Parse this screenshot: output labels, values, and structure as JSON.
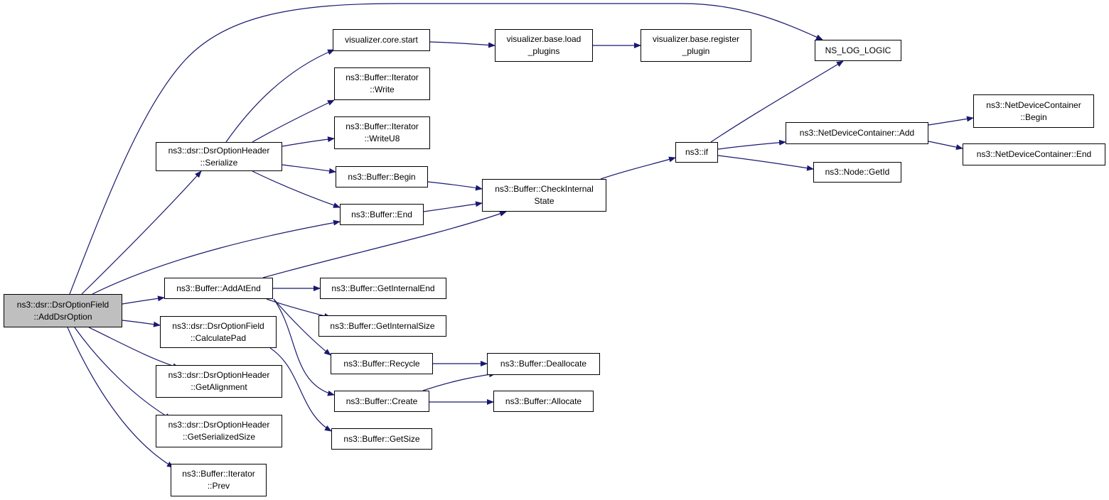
{
  "diagram": {
    "edge_color": "#191970",
    "root_fill": "#bfbfbf",
    "nodes": [
      {
        "id": "add_dsr_option",
        "line1": "ns3::dsr::DsrOptionField",
        "line2": "::AddDsrOption",
        "root": true
      },
      {
        "id": "ns_log_logic",
        "line1": "NS_LOG_LOGIC",
        "line2": ""
      },
      {
        "id": "dsr_serialize",
        "line1": "ns3::dsr::DsrOptionHeader",
        "line2": "::Serialize"
      },
      {
        "id": "buf_end",
        "line1": "ns3::Buffer::End",
        "line2": ""
      },
      {
        "id": "buf_add_at_end",
        "line1": "ns3::Buffer::AddAtEnd",
        "line2": ""
      },
      {
        "id": "calc_pad",
        "line1": "ns3::dsr::DsrOptionField",
        "line2": "::CalculatePad"
      },
      {
        "id": "get_alignment",
        "line1": "ns3::dsr::DsrOptionHeader",
        "line2": "::GetAlignment"
      },
      {
        "id": "get_serialized_size",
        "line1": "ns3::dsr::DsrOptionHeader",
        "line2": "::GetSerializedSize"
      },
      {
        "id": "iter_prev",
        "line1": "ns3::Buffer::Iterator",
        "line2": "::Prev"
      },
      {
        "id": "vis_core_start",
        "line1": "visualizer.core.start",
        "line2": ""
      },
      {
        "id": "iter_write",
        "line1": "ns3::Buffer::Iterator",
        "line2": "::Write"
      },
      {
        "id": "iter_write_u8",
        "line1": "ns3::Buffer::Iterator",
        "line2": "::WriteU8"
      },
      {
        "id": "buf_begin",
        "line1": "ns3::Buffer::Begin",
        "line2": ""
      },
      {
        "id": "vis_base_load",
        "line1": "visualizer.base.load",
        "line2": "_plugins"
      },
      {
        "id": "vis_base_register",
        "line1": "visualizer.base.register",
        "line2": "_plugin"
      },
      {
        "id": "check_internal",
        "line1": "ns3::Buffer::CheckInternal",
        "line2": "State"
      },
      {
        "id": "ns3_if",
        "line1": "ns3::if",
        "line2": ""
      },
      {
        "id": "ndc_add",
        "line1": "ns3::NetDeviceContainer::Add",
        "line2": ""
      },
      {
        "id": "node_getid",
        "line1": "ns3::Node::GetId",
        "line2": ""
      },
      {
        "id": "ndc_begin",
        "line1": "ns3::NetDeviceContainer",
        "line2": "::Begin"
      },
      {
        "id": "ndc_end",
        "line1": "ns3::NetDeviceContainer::End",
        "line2": ""
      },
      {
        "id": "get_internal_end",
        "line1": "ns3::Buffer::GetInternalEnd",
        "line2": ""
      },
      {
        "id": "get_internal_size",
        "line1": "ns3::Buffer::GetInternalSize",
        "line2": ""
      },
      {
        "id": "buf_recycle",
        "line1": "ns3::Buffer::Recycle",
        "line2": ""
      },
      {
        "id": "buf_create",
        "line1": "ns3::Buffer::Create",
        "line2": ""
      },
      {
        "id": "buf_get_size",
        "line1": "ns3::Buffer::GetSize",
        "line2": ""
      },
      {
        "id": "buf_deallocate",
        "line1": "ns3::Buffer::Deallocate",
        "line2": ""
      },
      {
        "id": "buf_allocate",
        "line1": "ns3::Buffer::Allocate",
        "line2": ""
      }
    ],
    "edges": [
      {
        "from": "add_dsr_option",
        "to": "ns_log_logic"
      },
      {
        "from": "add_dsr_option",
        "to": "dsr_serialize"
      },
      {
        "from": "add_dsr_option",
        "to": "buf_end"
      },
      {
        "from": "add_dsr_option",
        "to": "buf_add_at_end"
      },
      {
        "from": "add_dsr_option",
        "to": "calc_pad"
      },
      {
        "from": "add_dsr_option",
        "to": "get_alignment"
      },
      {
        "from": "add_dsr_option",
        "to": "get_serialized_size"
      },
      {
        "from": "add_dsr_option",
        "to": "iter_prev"
      },
      {
        "from": "dsr_serialize",
        "to": "vis_core_start"
      },
      {
        "from": "dsr_serialize",
        "to": "iter_write"
      },
      {
        "from": "dsr_serialize",
        "to": "iter_write_u8"
      },
      {
        "from": "dsr_serialize",
        "to": "buf_begin"
      },
      {
        "from": "dsr_serialize",
        "to": "buf_end"
      },
      {
        "from": "vis_core_start",
        "to": "vis_base_load"
      },
      {
        "from": "vis_base_load",
        "to": "vis_base_register"
      },
      {
        "from": "buf_begin",
        "to": "check_internal"
      },
      {
        "from": "buf_end",
        "to": "check_internal"
      },
      {
        "from": "buf_add_at_end",
        "to": "check_internal"
      },
      {
        "from": "check_internal",
        "to": "ns3_if"
      },
      {
        "from": "ns3_if",
        "to": "ns_log_logic"
      },
      {
        "from": "ns3_if",
        "to": "ndc_add"
      },
      {
        "from": "ns3_if",
        "to": "node_getid"
      },
      {
        "from": "ndc_add",
        "to": "ndc_begin"
      },
      {
        "from": "ndc_add",
        "to": "ndc_end"
      },
      {
        "from": "buf_add_at_end",
        "to": "get_internal_end"
      },
      {
        "from": "buf_add_at_end",
        "to": "get_internal_size"
      },
      {
        "from": "buf_add_at_end",
        "to": "buf_recycle"
      },
      {
        "from": "buf_add_at_end",
        "to": "buf_create"
      },
      {
        "from": "calc_pad",
        "to": "buf_get_size"
      },
      {
        "from": "buf_recycle",
        "to": "buf_deallocate"
      },
      {
        "from": "buf_create",
        "to": "buf_deallocate"
      },
      {
        "from": "buf_create",
        "to": "buf_allocate"
      }
    ]
  }
}
